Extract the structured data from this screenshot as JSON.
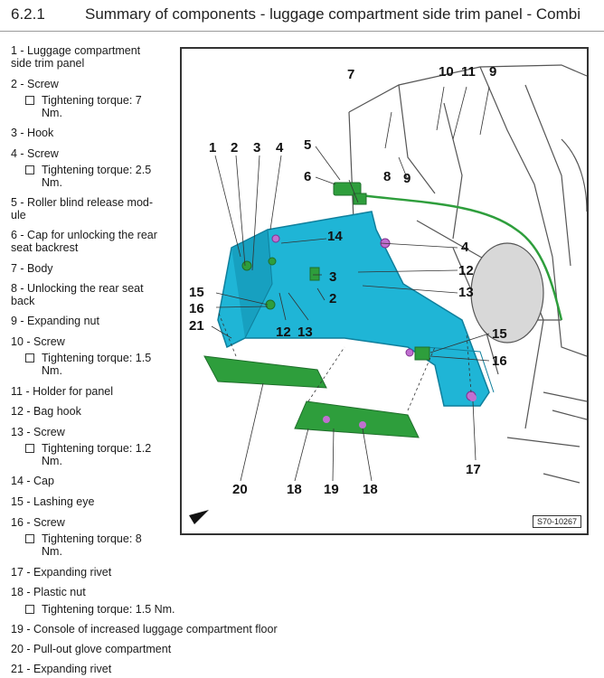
{
  "section": {
    "number": "6.2.1",
    "title": "Summary of components - luggage compartment side trim panel - Combi"
  },
  "legend": [
    {
      "label": "1 - Luggage compartment",
      "label2": "side trim panel"
    },
    {
      "label": "2 - Screw",
      "detail": "Tightening torque: 7",
      "detail2": "Nm."
    },
    {
      "label": "3 - Hook"
    },
    {
      "label": "4 - Screw",
      "detail": "Tightening torque: 2.5",
      "detail2": "Nm."
    },
    {
      "label": "5 - Roller blind release mod-",
      "label2": "ule"
    },
    {
      "label": "6 - Cap for unlocking the rear",
      "label2": "seat backrest"
    },
    {
      "label": "7 - Body"
    },
    {
      "label": "8 - Unlocking the rear seat",
      "label2": "back"
    },
    {
      "label": "9 - Expanding nut"
    },
    {
      "label": "10 - Screw",
      "detail": "Tightening torque: 1.5",
      "detail2": "Nm."
    },
    {
      "label": "11 - Holder for panel"
    },
    {
      "label": "12 - Bag hook"
    },
    {
      "label": "13 - Screw",
      "detail": "Tightening torque: 1.2",
      "detail2": "Nm."
    },
    {
      "label": "14 - Cap"
    },
    {
      "label": "15 - Lashing eye"
    },
    {
      "label": "16 - Screw",
      "detail": "Tightening torque: 8",
      "detail2": "Nm."
    },
    {
      "label": "17 - Expanding rivet"
    },
    {
      "label": "18 - Plastic nut",
      "detail": "Tightening torque: 1.5 Nm."
    },
    {
      "label": "19 - Console of increased luggage compartment floor"
    },
    {
      "label": "20 - Pull-out glove compartment"
    },
    {
      "label": "21 - Expanding rivet"
    }
  ],
  "figure": {
    "code": "S70-10267",
    "callouts": [
      "7",
      "10",
      "11",
      "9",
      "1",
      "2",
      "3",
      "4",
      "5",
      "6",
      "8",
      "9",
      "14",
      "4",
      "12",
      "13",
      "3",
      "2",
      "15",
      "16",
      "21",
      "12",
      "13",
      "15",
      "16",
      "17",
      "20",
      "18",
      "19",
      "18"
    ],
    "colors": {
      "panel": "#1fb5d6",
      "panel_dark": "#0f7f9c",
      "green": "#2e9e3c",
      "body": "#bfbfbf"
    }
  }
}
